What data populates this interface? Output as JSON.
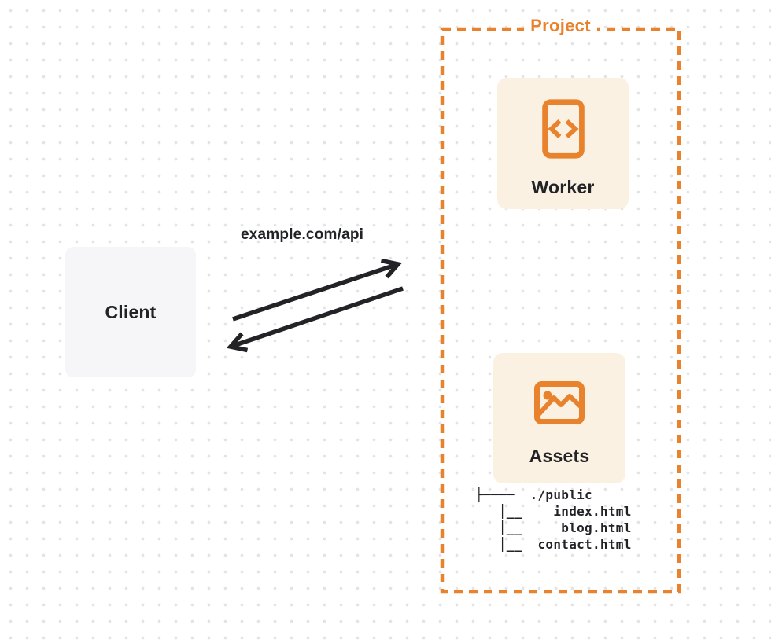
{
  "colors": {
    "accent_orange": "#E8822C",
    "card_cream": "#FBF1E2",
    "client_gray": "#F6F6F8",
    "ink": "#222327",
    "dot_grid": "#E3E3E5"
  },
  "client": {
    "label": "Client"
  },
  "connection": {
    "label": "example.com/api"
  },
  "project": {
    "title": "Project",
    "worker": {
      "label": "Worker",
      "icon": "code-file-icon"
    },
    "assets": {
      "label": "Assets",
      "icon": "image-icon",
      "file_tree": [
        "├────  ./public",
        "   │__    index.html",
        "   │__     blog.html",
        "   │__  contact.html"
      ]
    }
  }
}
